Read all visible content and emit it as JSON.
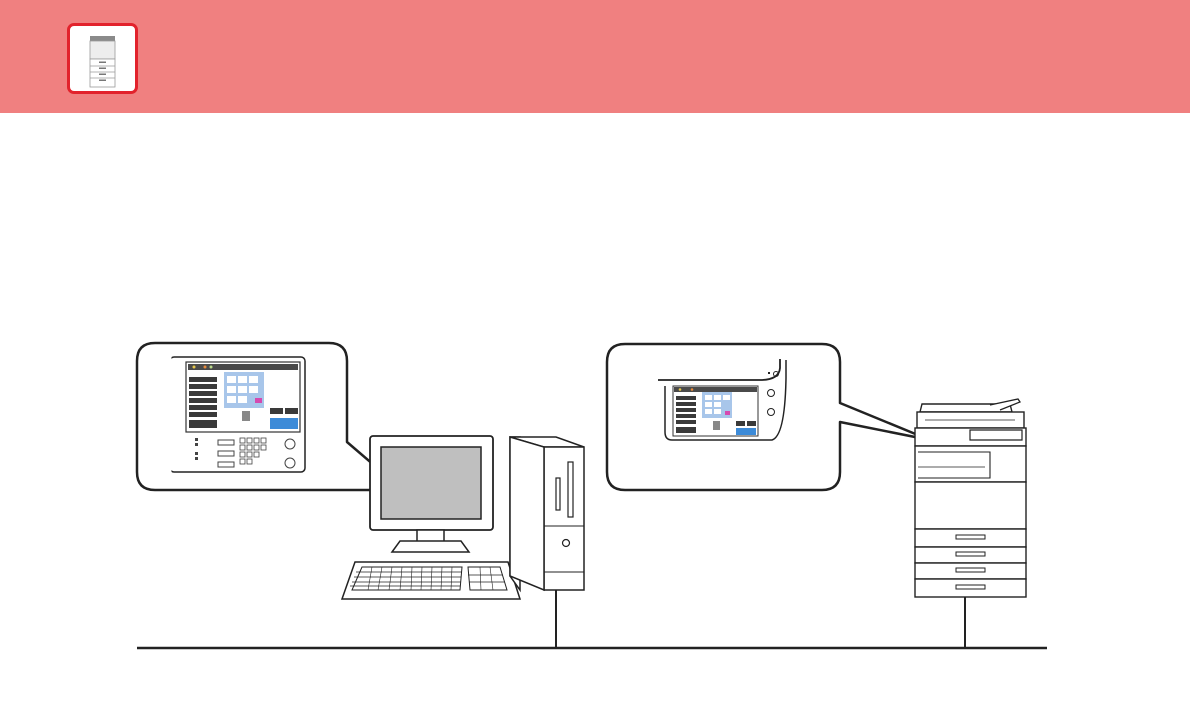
{
  "colors": {
    "header_bg": "#f08080",
    "icon_border": "#e2222c",
    "line": "#222222",
    "screen_gray": "#bfbfbf",
    "panel_blue": "#a8c6ea",
    "accent_blue": "#3d8bd8",
    "accent_magenta": "#d54ab0"
  },
  "header": {
    "icon": "multifunction-printer-icon"
  },
  "diagram": {
    "nodes": [
      {
        "id": "computer",
        "icon": "desktop-computer-icon"
      },
      {
        "id": "mfp",
        "icon": "multifunction-printer-icon"
      }
    ],
    "callouts": [
      {
        "target": "computer",
        "shows": "web-page-operation-panel"
      },
      {
        "target": "mfp",
        "shows": "touch-panel"
      }
    ],
    "connection": "network"
  }
}
